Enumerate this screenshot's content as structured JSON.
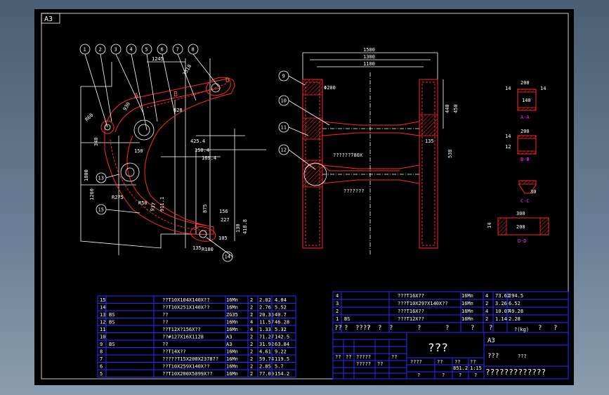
{
  "sheet_size": "A3",
  "balloons": [
    "1",
    "2",
    "3",
    "4",
    "5",
    "6",
    "7",
    "8",
    "9",
    "10",
    "11",
    "12",
    "13",
    "14",
    "15"
  ],
  "side_dims": {
    "d1245": "1245",
    "d828": "828",
    "d425": "425.4",
    "d150": "150.4",
    "d169": "169.4",
    "d1800": "1800",
    "d1260": "1260",
    "d340": "340",
    "d930": "930",
    "d875": "875",
    "d156": "156",
    "d227": "227",
    "d418": "418.8",
    "d130": "130",
    "d3318": "3318",
    "d3275": "R275",
    "dR50": "R50",
    "dR60": "R60",
    "d937": "937",
    "d911": "911.1",
    "d150b": "150",
    "d135": "135",
    "d105": "105",
    "d180": "R180"
  },
  "section_letters": [
    "A",
    "B",
    "C",
    "D"
  ],
  "front_dims": {
    "d1500": "1500",
    "d1300": "1300",
    "d1100": "1100",
    "d440": "440",
    "d450": "450",
    "d538": "538",
    "d135": "135",
    "dphi": "Φ200"
  },
  "front_notes": {
    "n1": "??????780X",
    "n2": "???????"
  },
  "sections": {
    "a": {
      "w": "200",
      "l": "14",
      "r": "14",
      "h": "140",
      "tag": "A-A"
    },
    "b": {
      "w": "200",
      "l": "14",
      "r": "12",
      "tag": "B-B"
    },
    "c": {
      "v": "30",
      "tag": "C-C"
    },
    "d": {
      "w": "300",
      "h": "200",
      "t": "14",
      "tag": "D-D"
    }
  },
  "parts_left": [
    [
      "15",
      "",
      "??T10X104X140X??",
      "16Mn",
      "2",
      "2.02",
      "4.04"
    ],
    [
      "14",
      "",
      "??T10X251X140X??",
      "16Mn",
      "2",
      "2.76",
      "5.52"
    ],
    [
      "13",
      "BS",
      "??",
      "ZG35",
      "2",
      "20.35",
      "40.7"
    ],
    [
      "12",
      "BS",
      "??",
      "16Mn",
      "4",
      "11.57",
      "46.28"
    ],
    [
      "11",
      "",
      "??T12X?156X??",
      "16Mn",
      "4",
      "1.33",
      "5.32"
    ],
    [
      "10",
      "",
      "??#127X16X1128",
      "A3",
      "2",
      "71.27",
      "142.5"
    ],
    [
      "9",
      "BS",
      "??",
      "A3",
      "2",
      "31.92",
      "63.84"
    ],
    [
      "8",
      "",
      "??T14X??",
      "16Mn",
      "2",
      "4.61",
      "9.22"
    ],
    [
      "7",
      "",
      "?????T15X200X2378??",
      "16Mn",
      "2",
      "59.74",
      "119.5"
    ],
    [
      "6",
      "",
      "??T10X259X140X??",
      "16Mn",
      "2",
      "2.85",
      "5.7"
    ],
    [
      "5",
      "",
      "??T10X200X5099X??",
      "16Mn",
      "2",
      "77.09",
      "154.2"
    ]
  ],
  "parts_right": [
    [
      "4",
      "",
      "???T16X??",
      "16Mn",
      "4",
      "73.62",
      "294.5"
    ],
    [
      "3",
      "",
      "???T10X297X140X??",
      "16Mn",
      "2",
      "3.26",
      "6.52"
    ],
    [
      "2",
      "",
      "???T16X??",
      "16Mn",
      "4",
      "10.07",
      "49.28"
    ],
    [
      "1",
      "BS",
      "???T12X??",
      "16Mn",
      "2",
      "1.14",
      "2.28"
    ]
  ],
  "header_row": [
    "??",
    "?",
    "????",
    "?",
    "?",
    "?",
    "?",
    "?",
    "?",
    "?"
  ],
  "header_kg": "?(kg)",
  "title_block": {
    "title": "???",
    "material": "A3",
    "company": "?????????????",
    "r1": "???",
    "r2": "???",
    "weight": "851.2",
    "scale": "1:15",
    "q1": "????",
    "q2": "??",
    "q3": "??",
    "q4": "??",
    "s1": "??",
    "s2": "??",
    "s3": "?????",
    "s4": "?????",
    "s5": "??",
    "s6": "??",
    "b1": "?",
    "b2": "?",
    "b3": "?",
    "b4": "?"
  }
}
